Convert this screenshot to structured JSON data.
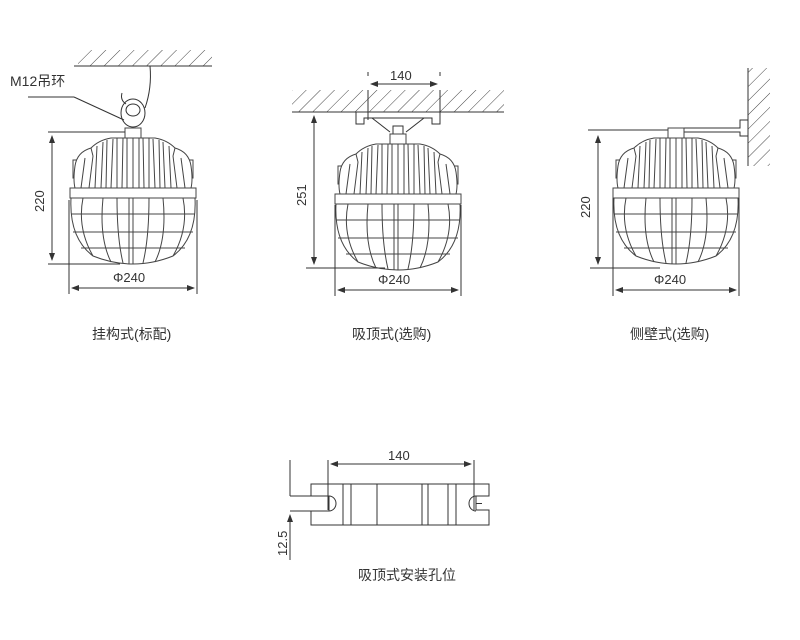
{
  "title": "Lamp mounting methods dimension drawing",
  "colors": {
    "line": "#333333",
    "background": "#ffffff"
  },
  "views": [
    {
      "id": "pendant",
      "caption": "挂构式(标配)",
      "callout": "M12吊环",
      "height_label": "220",
      "diameter_label": "Φ240"
    },
    {
      "id": "ceiling",
      "caption": "吸顶式(选购)",
      "spacing_label": "140",
      "height_label": "251",
      "diameter_label": "Φ240"
    },
    {
      "id": "wall",
      "caption": "侧壁式(选购)",
      "height_label": "220",
      "diameter_label": "Φ240"
    }
  ],
  "mounting_holes": {
    "caption": "吸顶式安装孔位",
    "spacing_label": "140",
    "offset_label": "12.5"
  }
}
